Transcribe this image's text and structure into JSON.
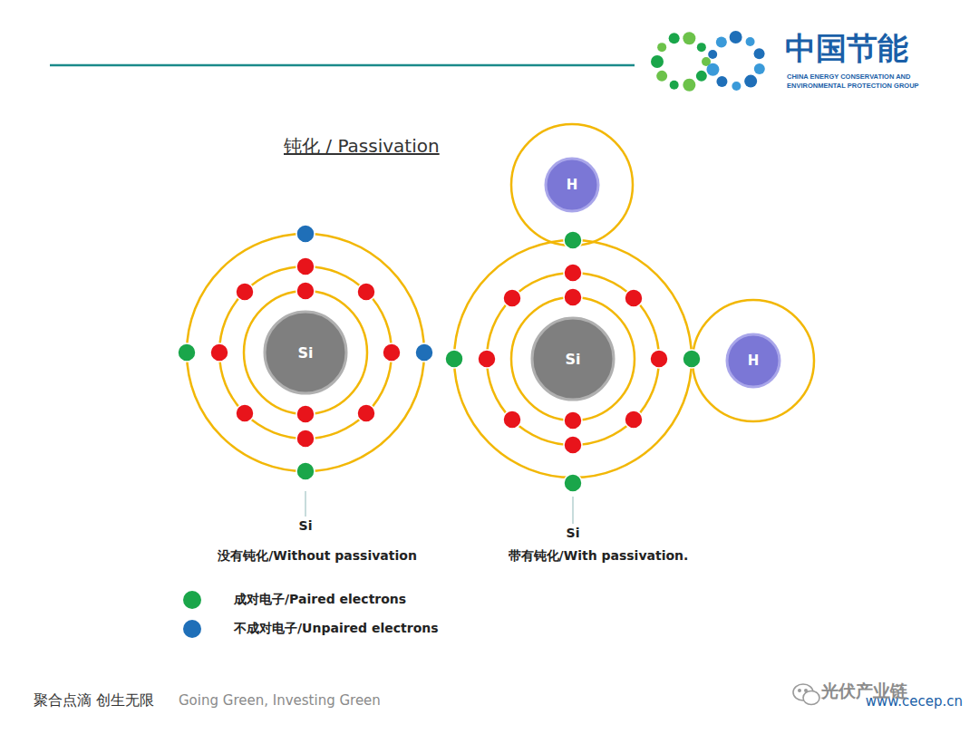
{
  "diagram": {
    "title": "钝化 / Passivation",
    "nodes": [
      {
        "text": [
          "Si"
        ]
      },
      {
        "text": [
          "Si"
        ]
      },
      {
        "text": [
          "H"
        ]
      },
      {
        "text": [
          "H"
        ]
      }
    ],
    "labels": [
      "中国节能",
      "CHINA ENERGY CONSERVATION AND",
      "ENVIRONMENTAL PROTECTION GROUP",
      "Si",
      "Si",
      "没有钝化/Without passivation",
      "带有钝化/With passivation.",
      "聚合点滴 创生无限",
      "Going Green, Investing Green",
      "www.cecep.cn",
      "光伏产业链"
    ],
    "legend": [
      {
        "text": "成对电子/Paired electrons",
        "color": "#1aa64a"
      },
      {
        "text": "不成对电子/Unpaired electrons",
        "color": "#1f6fb8"
      }
    ]
  }
}
